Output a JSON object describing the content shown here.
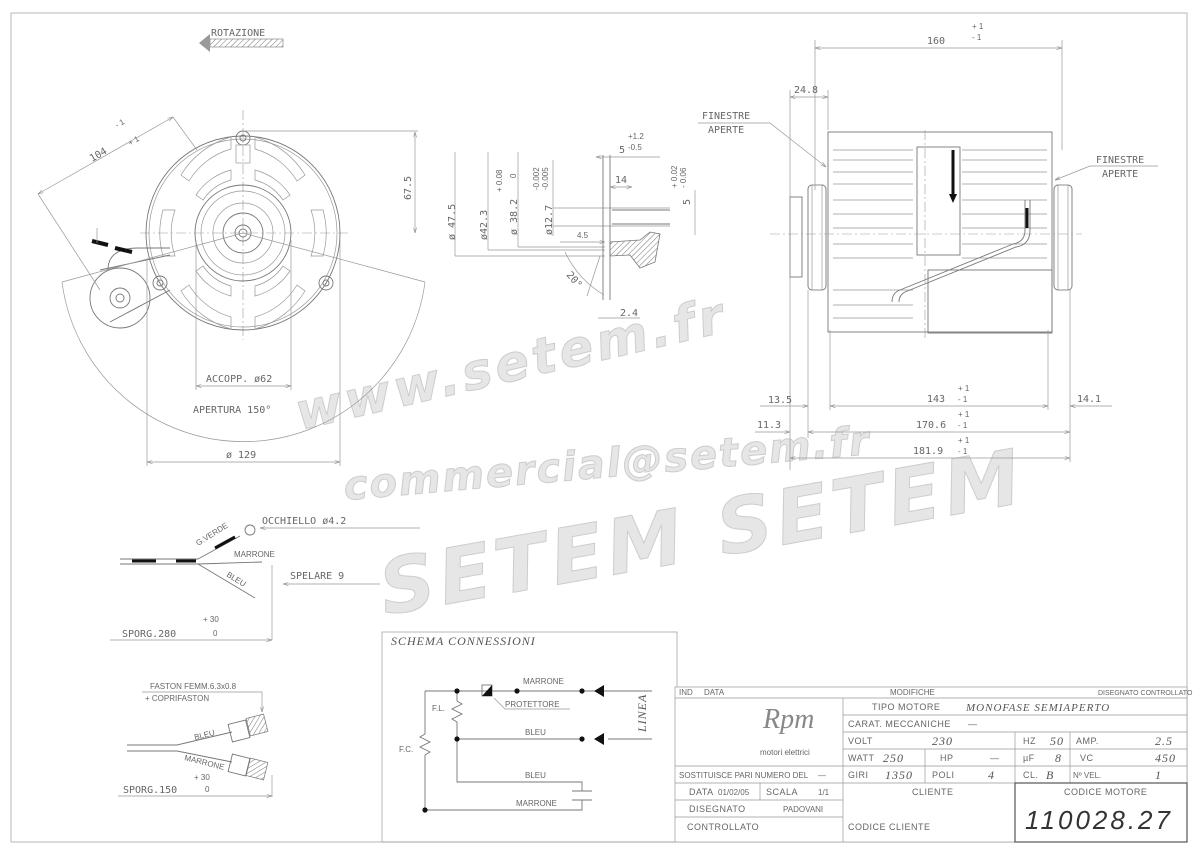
{
  "front_view": {
    "rotation_label": "ROTAZIONE",
    "dim_104": "104",
    "dim_104_tol_plus": "+ 1",
    "dim_104_tol_minus": "- 1",
    "dim_67_5": "67.5",
    "coupling": "ACCOPP. ø62",
    "opening": "APERTURA 150°",
    "diameter": "ø 129"
  },
  "section_detail": {
    "d47_5": "ø 47.5",
    "d42_3": "ø42.3",
    "d38_2": "ø 38.2",
    "d38_2_tol_plus": "+ 0.08",
    "d38_2_tol_minus": "0",
    "d12_7": "ø12.7",
    "d12_7_tol_plus": "-0.002",
    "d12_7_tol_minus": "-0.005",
    "w5": "5",
    "w5_tol_plus": "+1.2",
    "w5_tol_minus": "-0.5",
    "w14": "14",
    "w4_5": "4.5",
    "flat5": "5",
    "flat5_tol_plus": "+ 0.02",
    "flat5_tol_minus": "- 0.06",
    "angle": "20°",
    "w2_4": "2.4"
  },
  "side_view": {
    "length": "160",
    "length_tol_plus": "+ 1",
    "length_tol_minus": "- 1",
    "pulley": "24.8",
    "windows_left_1": "FINESTRE",
    "windows_left_2": "APERTE",
    "windows_right_1": "FINESTRE",
    "windows_right_2": "APERTE",
    "d143": "143",
    "d170_6": "170.6",
    "d181_9": "181.9",
    "tol_plus": "+ 1",
    "tol_minus": "- 1",
    "d13_5": "13.5",
    "d11_3": "11.3",
    "d14_1": "14.1"
  },
  "wiring_top": {
    "eyelet": "OCCHIELLO ø4.2",
    "ground": "G.VERDE",
    "brown": "MARRONE",
    "blue": "BLEU",
    "strip": "SPELARE 9",
    "length": "SPORG.280",
    "tol_plus": "+ 30",
    "tol_minus": "0"
  },
  "wiring_bottom": {
    "faston": "FASTON FEMM.6.3x0.8",
    "cover": "+ COPRIFASTON",
    "blue": "BLEU",
    "brown": "MARRONE",
    "length": "SPORG.150",
    "tol_plus": "+ 30",
    "tol_minus": "0"
  },
  "schema": {
    "title": "SCHEMA CONNESSIONI",
    "marrone_top": "MARRONE",
    "protector": "PROTETTORE",
    "fl": "F.L.",
    "fc": "F.C.",
    "bleu_mid": "BLEU",
    "linea": "LINEA",
    "bleu_low": "BLEU",
    "marrone_low": "MARRONE"
  },
  "title_block": {
    "ind": "IND",
    "data_h": "DATA",
    "modifiche": "MODIFICHE",
    "disegnato_controllato": "DISEGNATO  CONTROLLATO",
    "logo": "Rpm",
    "logo_sub": "motori elettrici",
    "tipo_motore_label": "TIPO MOTORE",
    "tipo_motore": "MONOFASE SEMIAPERTO",
    "carat_label": "CARAT. MECCANICHE",
    "carat": "—",
    "volt_label": "VOLT",
    "volt": "230",
    "hz_label": "HZ",
    "hz": "50",
    "amp_label": "AMP.",
    "amp": "2.5",
    "watt_label": "WATT",
    "watt": "250",
    "hp_label": "HP",
    "hp": "—",
    "uf_label": "µF",
    "uf": "8",
    "vc_label": "VC",
    "vc": "450",
    "giri_label": "GIRI",
    "giri": "1350",
    "poli_label": "POLI",
    "poli": "4",
    "cl_label": "CL.",
    "cl": "B",
    "nvel_label": "Nº VEL.",
    "nvel": "1",
    "sostituisce_label": "SOSTITUISCE PARI NUMERO DEL",
    "sostituisce": "—",
    "data_label": "DATA",
    "data": "01/02/05",
    "scala_label": "SCALA",
    "scala": "1/1",
    "cliente_label": "CLIENTE",
    "codice_motore_label": "CODICE MOTORE",
    "codice_motore": "110028.27",
    "disegnato_label": "DISEGNATO",
    "disegnato": "PADOVANI",
    "controllato_label": "CONTROLLATO",
    "codice_cliente_label": "CODICE CLIENTE"
  },
  "watermark": {
    "url": "www.setem.fr",
    "brand": "SETEM SETEM",
    "email": "commercial@setem.fr"
  }
}
